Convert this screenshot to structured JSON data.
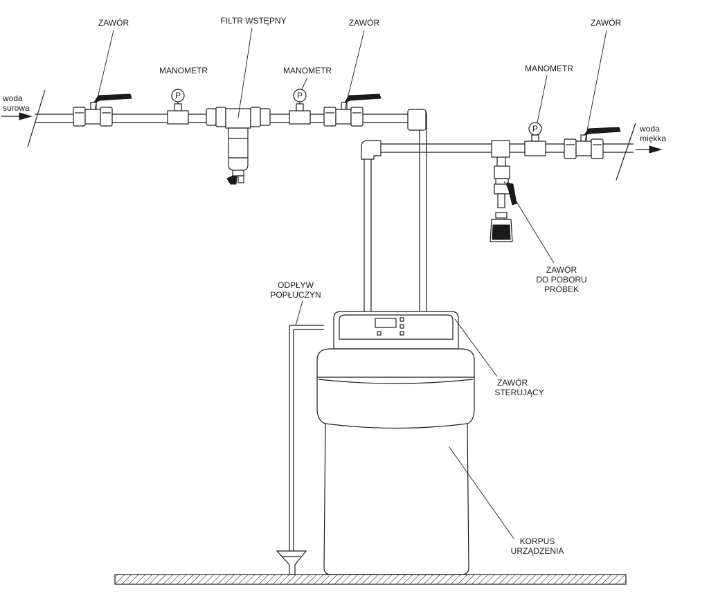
{
  "labels": {
    "valve_1": "ZAWÓR",
    "prefilter": "FILTR  WSTĘPNY",
    "valve_2": "ZAWÓR",
    "valve_3": "ZAWÓR",
    "gauge_1": "MANOMETR",
    "gauge_2": "MANOMETR",
    "gauge_3": "MANOMETR",
    "raw_water": [
      "woda",
      "surowa"
    ],
    "soft_water": [
      "woda",
      "miękka"
    ],
    "sample_valve": [
      "ZAWÓR",
      "DO POBORU",
      "PRÓBEK"
    ],
    "drain": [
      "ODPŁYW",
      "POPŁUCZYN"
    ],
    "control_valve": [
      "ZAWÓR",
      "STERUJĄCY"
    ],
    "housing": [
      "KORPUS",
      "URZĄDZENIA"
    ]
  },
  "gauge_symbol": "P"
}
